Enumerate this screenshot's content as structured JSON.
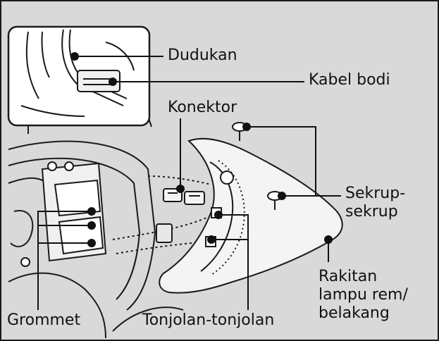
{
  "labels": {
    "dudukan": "Dudukan",
    "kabel_bodi": "Kabel bodi",
    "konektor": "Konektor",
    "sekrup_line1": "Sekrup-",
    "sekrup_line2": "sekrup",
    "grommet": "Grommet",
    "tonjolan": "Tonjolan-tonjolan",
    "rakitan_line1": "Rakitan",
    "rakitan_line2": "lampu rem/",
    "rakitan_line3": "belakang"
  },
  "colors": {
    "background": "#d9d9d9",
    "part_fill": "#f4f4f4",
    "outline": "#1a1a1a",
    "leader": "#111111"
  }
}
